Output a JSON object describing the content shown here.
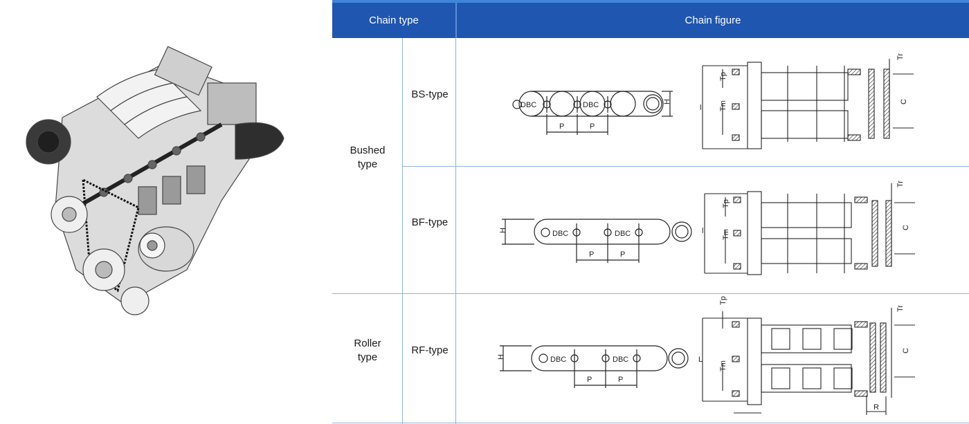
{
  "table": {
    "header": {
      "chain_type": "Chain type",
      "chain_figure": "Chain figure"
    },
    "groups": [
      {
        "label_line1": "Bushed",
        "label_line2": "type",
        "rows": [
          {
            "type": "BS-type"
          },
          {
            "type": "BF-type"
          }
        ]
      },
      {
        "label_line1": "Roller",
        "label_line2": "type",
        "rows": [
          {
            "type": "RF-type"
          }
        ]
      }
    ]
  },
  "figure_labels": {
    "dbc": "DBC",
    "pitch": "P",
    "height": "H",
    "length_bs": "l",
    "length_bf": "l",
    "length_rf": "L",
    "tp": "Tp",
    "tm": "Tm",
    "tr": "Tr",
    "c": "C",
    "r": "R"
  },
  "colors": {
    "header_bg": "#1f56b0",
    "header_topbar": "#3f86d8",
    "grid_line": "#8fb3e0"
  }
}
